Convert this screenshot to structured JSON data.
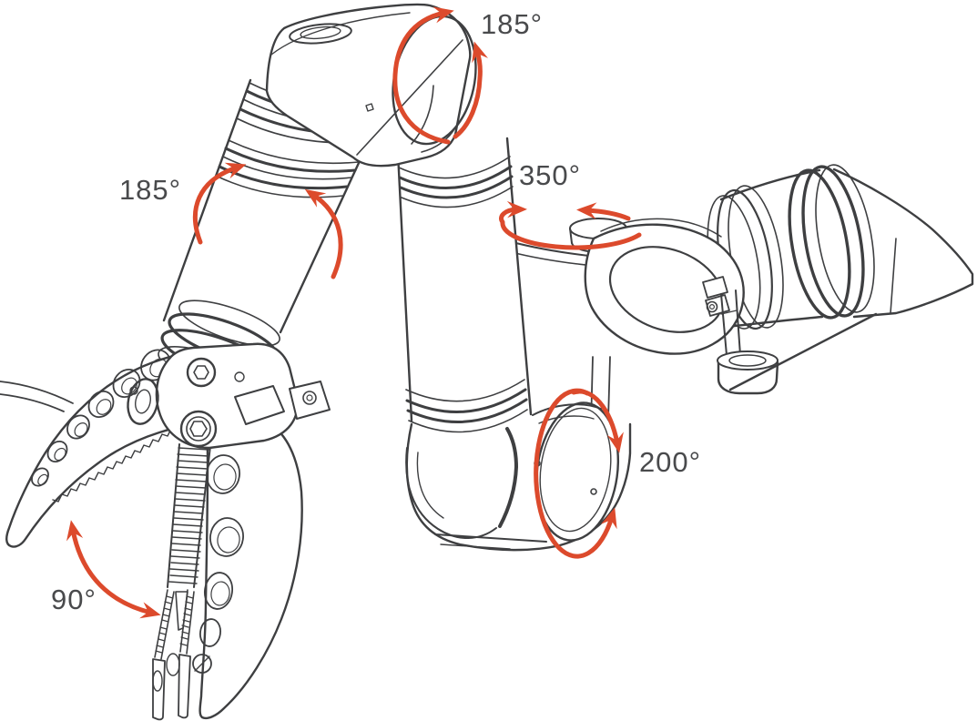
{
  "diagram": {
    "annotations": {
      "tool_joint": {
        "label": "185°"
      },
      "upper_arm_joint": {
        "label": "185°"
      },
      "base_joint": {
        "label": "350°"
      },
      "elbow_joint": {
        "label": "200°"
      },
      "gripper_joint": {
        "label": "90°"
      }
    }
  },
  "colors": {
    "arrow": "#DC4A2C",
    "line": "#3E3F41",
    "text": "#494A4C",
    "background": "#FFFFFF"
  }
}
